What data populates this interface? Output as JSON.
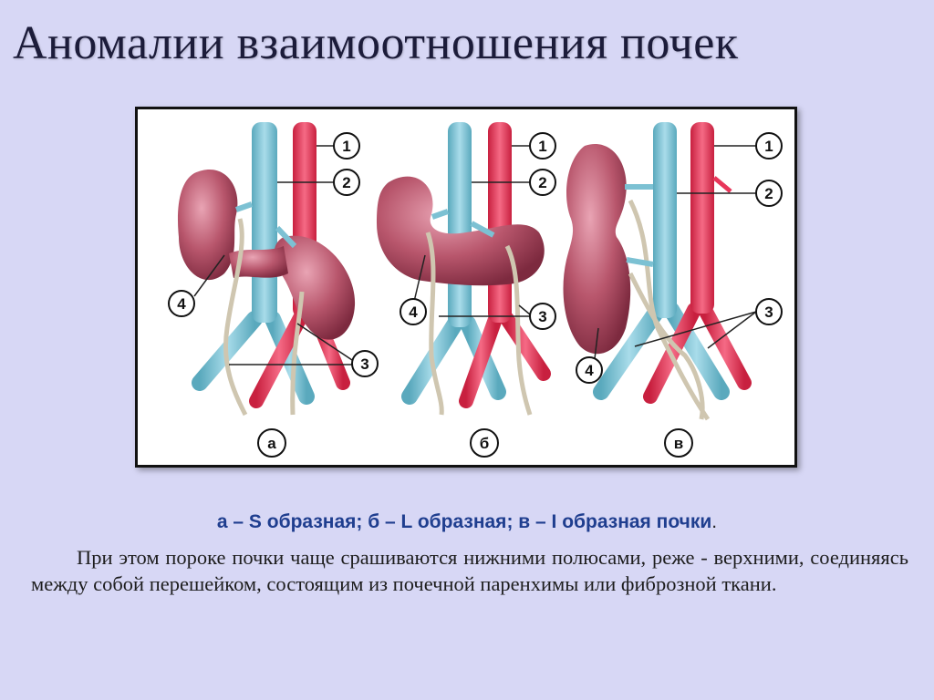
{
  "slide": {
    "title": "Аномалии взаимоотношения почек",
    "caption": {
      "text": "а – S образная; б – L образная; в – I образная почки",
      "end_mark": "."
    },
    "paragraph": "При этом пороке почки чаще срашиваются нижними полюсами, реже - верхними, соединяясь между собой перешейком, состоящим из почечной паренхимы или фиброзной ткани."
  },
  "figure": {
    "panels": [
      {
        "letter": "а",
        "labels": [
          "1",
          "2",
          "3",
          "4"
        ]
      },
      {
        "letter": "б",
        "labels": [
          "1",
          "2",
          "3",
          "4"
        ]
      },
      {
        "letter": "в",
        "labels": [
          "1",
          "2",
          "3",
          "4"
        ]
      }
    ]
  },
  "colors": {
    "background": "#d7d7f5",
    "vein": "#7cc1d3",
    "artery": "#e8365a",
    "kidney": "#b24a5e",
    "ureter": "#cfc6b0",
    "caption": "#1f3e8f"
  }
}
